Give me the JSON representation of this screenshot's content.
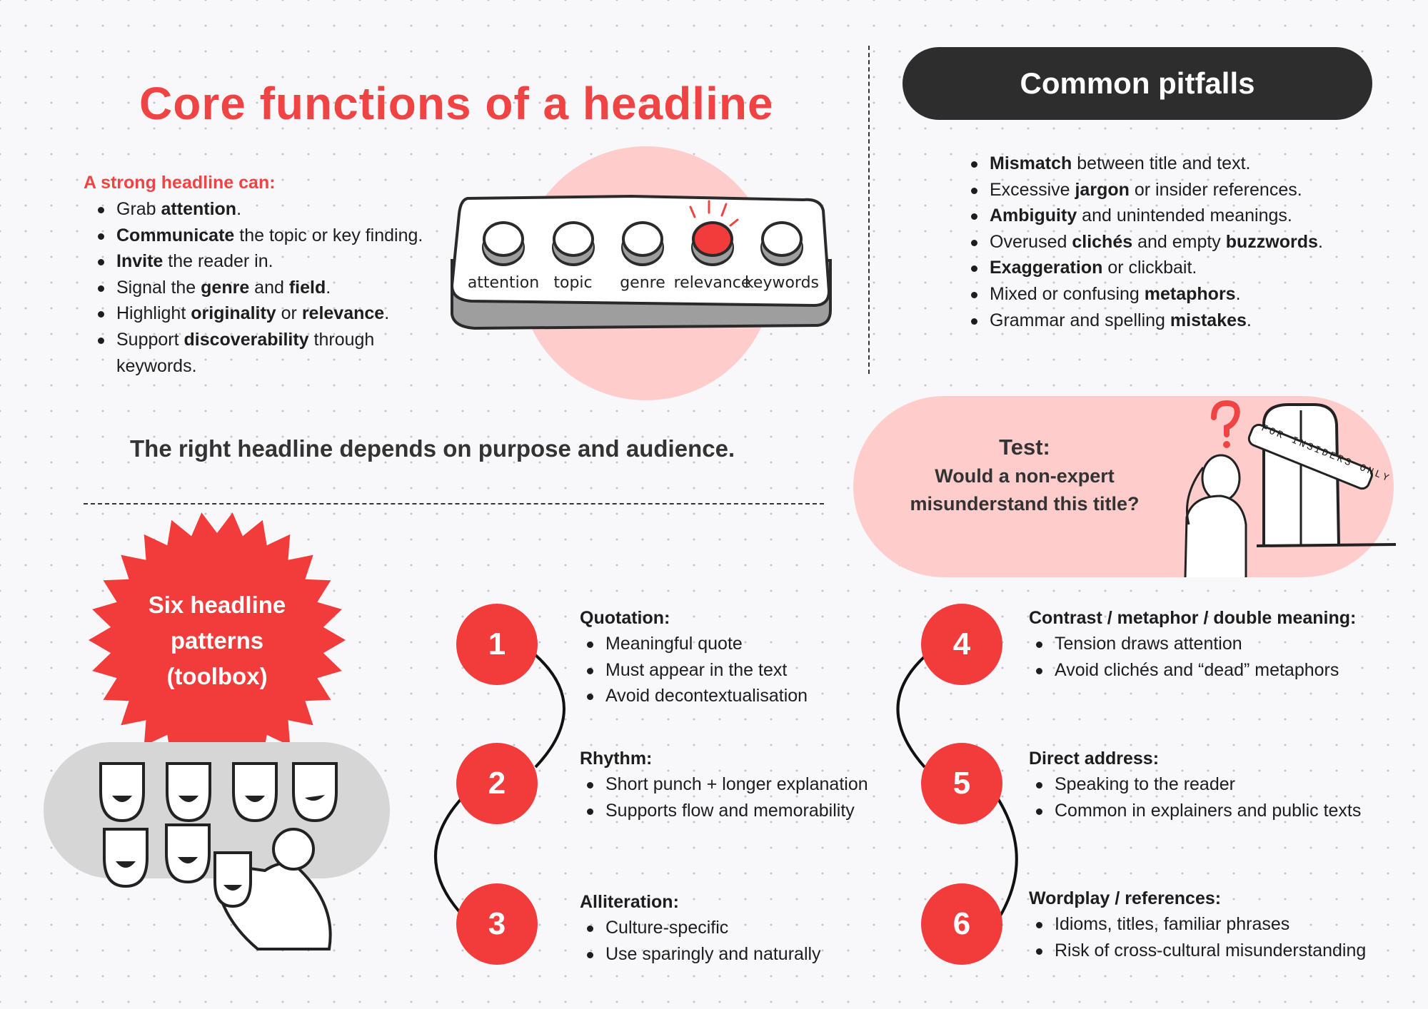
{
  "title": "Core functions of a headline",
  "strong": {
    "heading": "A strong headline can:",
    "items": [
      {
        "parts": [
          {
            "t": "Grab "
          },
          {
            "t": "attention",
            "b": true
          },
          {
            "t": "."
          }
        ]
      },
      {
        "parts": [
          {
            "t": "Communicate",
            "b": true
          },
          {
            "t": " the topic or key finding."
          }
        ]
      },
      {
        "parts": [
          {
            "t": "Invite",
            "b": true
          },
          {
            "t": " the reader in."
          }
        ]
      },
      {
        "parts": [
          {
            "t": "Signal the "
          },
          {
            "t": "genre",
            "b": true
          },
          {
            "t": " and "
          },
          {
            "t": "field",
            "b": true
          },
          {
            "t": "."
          }
        ]
      },
      {
        "parts": [
          {
            "t": "Highlight "
          },
          {
            "t": "originality",
            "b": true
          },
          {
            "t": " or "
          },
          {
            "t": "relevance",
            "b": true
          },
          {
            "t": "."
          }
        ]
      },
      {
        "parts": [
          {
            "t": "Support "
          },
          {
            "t": "discoverability",
            "b": true
          },
          {
            "t": " through keywords."
          }
        ]
      }
    ]
  },
  "buttons": [
    {
      "label": "attention",
      "active": false
    },
    {
      "label": "topic",
      "active": false
    },
    {
      "label": "genre",
      "active": false
    },
    {
      "label": "relevance",
      "active": true
    },
    {
      "label": "keywords",
      "active": false
    }
  ],
  "pitfalls": {
    "heading": "Common pitfalls",
    "items": [
      {
        "parts": [
          {
            "t": "Mismatch",
            "b": true
          },
          {
            "t": " between title and text."
          }
        ]
      },
      {
        "parts": [
          {
            "t": "Excessive "
          },
          {
            "t": "jargon",
            "b": true
          },
          {
            "t": " or insider references."
          }
        ]
      },
      {
        "parts": [
          {
            "t": "Ambiguity",
            "b": true
          },
          {
            "t": " and unintended meanings."
          }
        ]
      },
      {
        "parts": [
          {
            "t": "Overused "
          },
          {
            "t": "clichés",
            "b": true
          },
          {
            "t": " and empty "
          },
          {
            "t": "buzzwords",
            "b": true
          },
          {
            "t": "."
          }
        ]
      },
      {
        "parts": [
          {
            "t": "Exaggeration",
            "b": true
          },
          {
            "t": " or clickbait."
          }
        ]
      },
      {
        "parts": [
          {
            "t": "Mixed or confusing "
          },
          {
            "t": "metaphors",
            "b": true
          },
          {
            "t": "."
          }
        ]
      },
      {
        "parts": [
          {
            "t": "Grammar and spelling "
          },
          {
            "t": "mistakes",
            "b": true
          },
          {
            "t": "."
          }
        ]
      }
    ]
  },
  "message": "The right headline depends on purpose and audience.",
  "test": {
    "label": "Test:",
    "question_line1": "Would a non-expert",
    "question_line2": "misunderstand this title?",
    "sign": "FOR INSIDERS ONLY"
  },
  "toolbox": {
    "line1": "Six headline",
    "line2": "patterns",
    "line3": "(toolbox)"
  },
  "patterns": [
    {
      "num": "1",
      "heading": "Quotation:",
      "items": [
        "Meaningful quote",
        "Must appear in the text",
        "Avoid decontextualisation"
      ]
    },
    {
      "num": "2",
      "heading": "Rhythm:",
      "items": [
        "Short punch + longer explanation",
        "Supports flow and memorability"
      ]
    },
    {
      "num": "3",
      "heading": "Alliteration:",
      "items": [
        "Culture-specific",
        "Use sparingly and naturally"
      ]
    },
    {
      "num": "4",
      "heading": "Contrast / metaphor / double meaning:",
      "items": [
        "Tension draws attention",
        "Avoid clichés and “dead” metaphors"
      ]
    },
    {
      "num": "5",
      "heading": "Direct address:",
      "items": [
        "Speaking to the reader",
        "Common in explainers and public texts"
      ]
    },
    {
      "num": "6",
      "heading": "Wordplay / references:",
      "items": [
        "Idioms, titles, familiar phrases",
        "Risk of cross-cultural misunderstanding"
      ]
    }
  ],
  "colors": {
    "accent": "#f23b3b",
    "pink": "#ffcccc",
    "dark": "#2d2d2d"
  }
}
